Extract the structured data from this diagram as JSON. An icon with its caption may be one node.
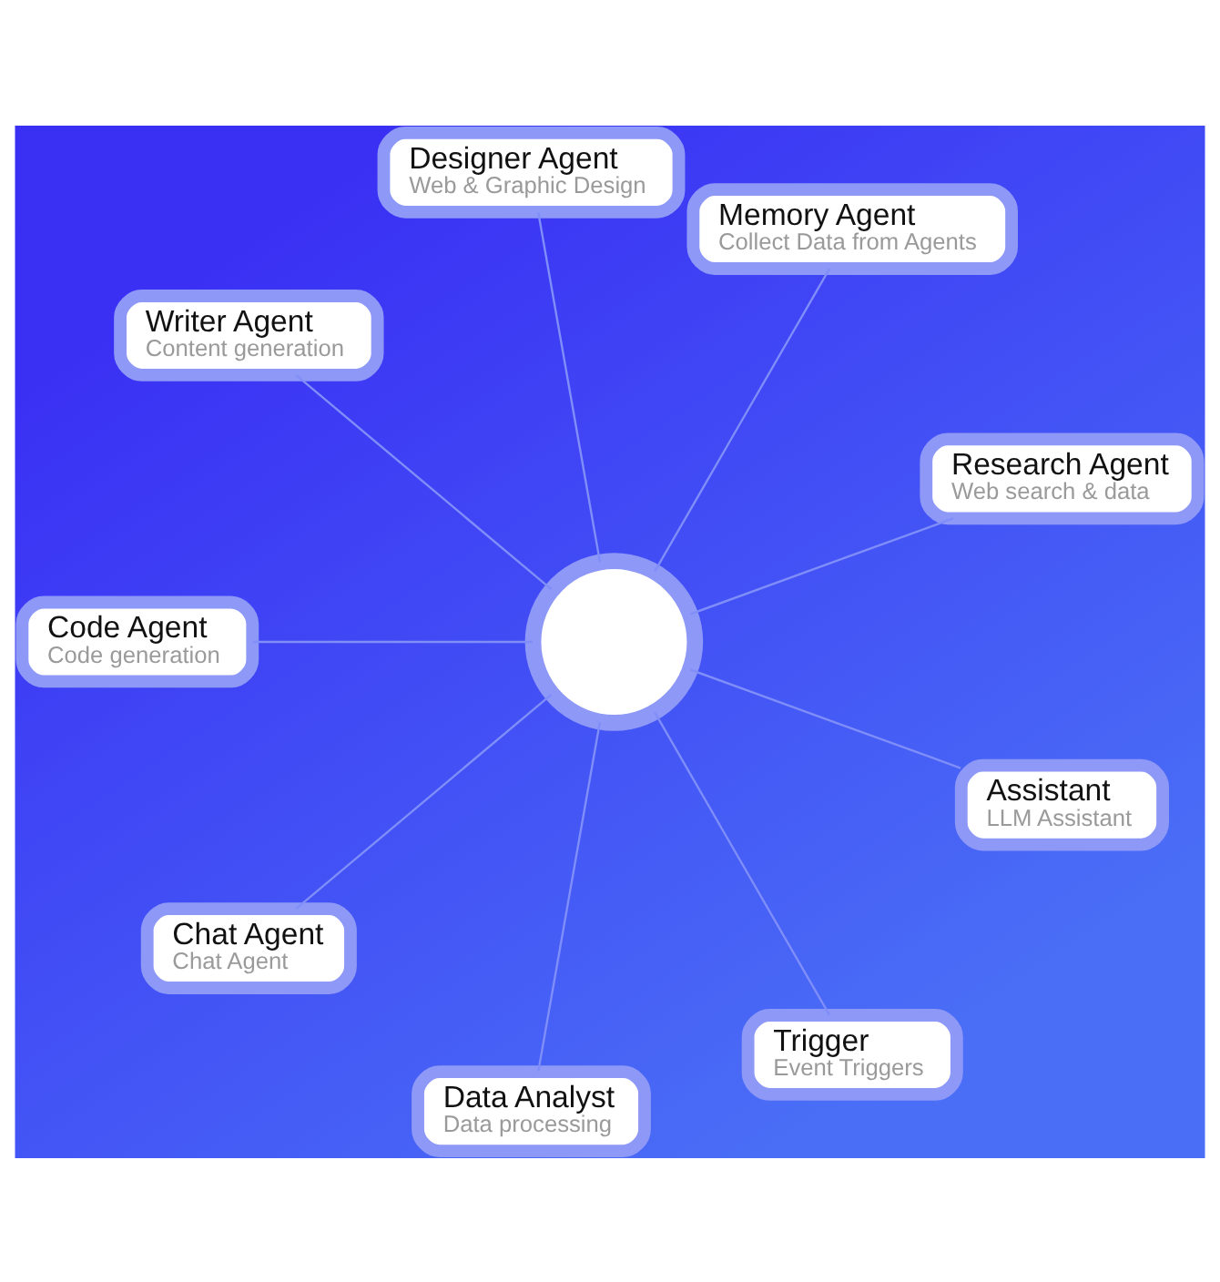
{
  "diagram": {
    "nodes": [
      {
        "text": [
          "Designer Agent",
          "Web & Graphic Design"
        ]
      },
      {
        "text": [
          "Memory Agent",
          "Collect Data from Agents"
        ]
      },
      {
        "text": [
          "Writer Agent",
          "Content generation"
        ]
      },
      {
        "text": [
          "Research Agent",
          "Web search & data"
        ]
      },
      {
        "text": [],
        "shape": "circle"
      },
      {
        "text": [
          "Code Agent",
          "Code generation"
        ]
      },
      {
        "text": [
          "Assistant",
          "LLM Assistant"
        ]
      },
      {
        "text": [
          "Chat Agent",
          "Chat Agent"
        ]
      },
      {
        "text": [
          "Trigger",
          "Event Triggers"
        ]
      },
      {
        "text": [
          "Data Analyst",
          "Data processing"
        ]
      }
    ],
    "edges": [
      {
        "from": 4,
        "to": 0,
        "arrow": "none"
      },
      {
        "from": 4,
        "to": 1,
        "arrow": "none"
      },
      {
        "from": 4,
        "to": 2,
        "arrow": "none"
      },
      {
        "from": 4,
        "to": 3,
        "arrow": "none"
      },
      {
        "from": 4,
        "to": 5,
        "arrow": "none"
      },
      {
        "from": 4,
        "to": 6,
        "arrow": "none"
      },
      {
        "from": 4,
        "to": 7,
        "arrow": "none"
      },
      {
        "from": 4,
        "to": 8,
        "arrow": "none"
      },
      {
        "from": 4,
        "to": 9,
        "arrow": "none"
      }
    ]
  }
}
